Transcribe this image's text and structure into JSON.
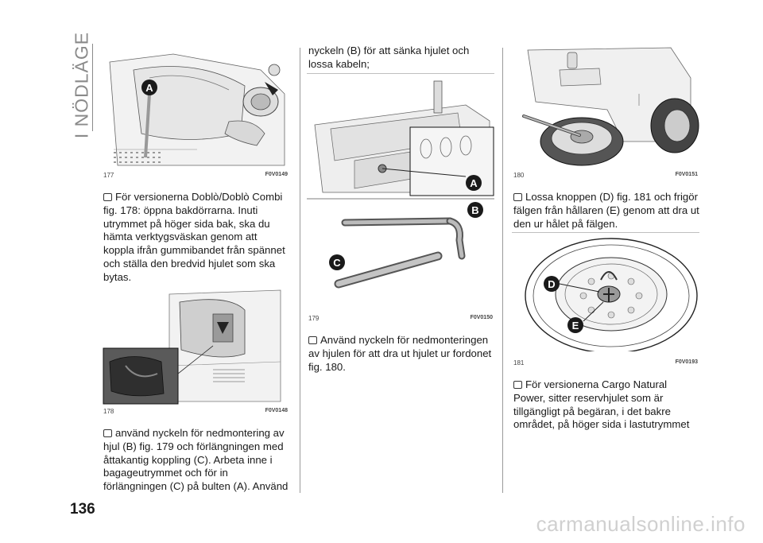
{
  "section_title": "I NÖDLÄGE",
  "page_number": "136",
  "watermark": "carmanualsonline.info",
  "figures": [
    {
      "num": "177",
      "code": "F0V0149",
      "labels": [
        "A"
      ]
    },
    {
      "num": "178",
      "code": "F0V0148",
      "labels": []
    },
    {
      "num": "179",
      "code": "F0V0150",
      "labels": [
        "A",
        "B",
        "C"
      ]
    },
    {
      "num": "180",
      "code": "F0V0151",
      "labels": []
    },
    {
      "num": "181",
      "code": "F0V0193",
      "labels": [
        "D",
        "E"
      ]
    }
  ],
  "paragraphs": {
    "p1": "För versionerna Doblò/Doblò Combi fig. 178: öppna bakdörrarna. Inuti utrymmet på höger sida bak, ska du hämta verktygsväskan genom att koppla ifrån gummibandet från spännet och ställa den bredvid hjulet som ska bytas.",
    "p2": "använd nyckeln för nedmontering av hjul (B) fig. 179 och förlängningen med åttakantig koppling (C). Arbeta inne i bagageutrymmet och för in förlängningen (C) på bulten (A). Använd",
    "p3": "nyckeln (B) för att sänka hjulet och lossa kabeln;",
    "p4": "Använd nyckeln för nedmonteringen av hjulen för att dra ut hjulet ur fordonet fig. 180.",
    "p5": "Lossa knoppen (D) fig. 181 och frigör fälgen från hållaren (E) genom att dra ut den ur hålet på fälgen.",
    "p6": "För versionerna Cargo Natural Power, sitter reservhjulet som är tillgängligt på begäran, i det bakre området, på höger sida i lastutrymmet"
  },
  "colors": {
    "text": "#1a1a1a",
    "rule": "#9a9a9a",
    "label_bg": "#1a1a1a",
    "label_fg": "#ffffff"
  }
}
